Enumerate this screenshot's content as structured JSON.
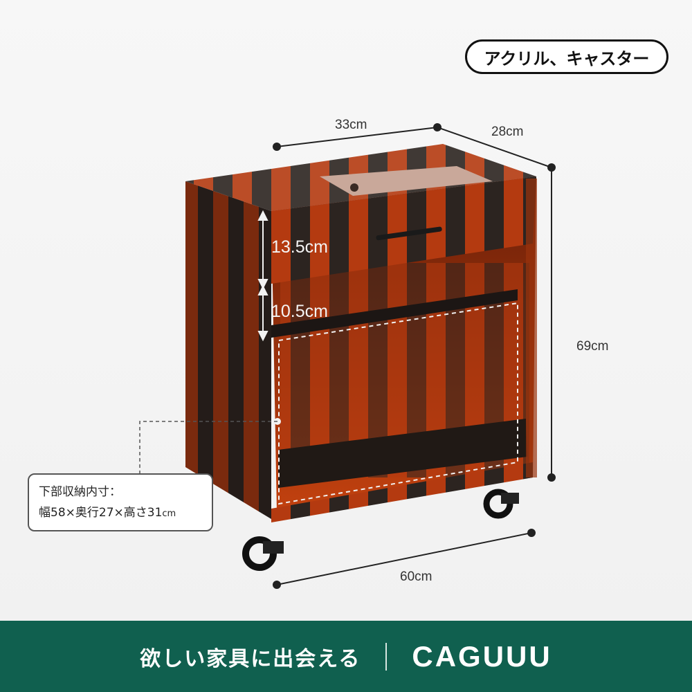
{
  "badge": {
    "label": "アクリル、キャスター"
  },
  "dimensions": {
    "top_width": "33cm",
    "top_depth": "28cm",
    "height": "69cm",
    "bottom_width": "60cm",
    "drawer_height": "13.5cm",
    "shelf_gap": "10.5cm"
  },
  "callout": {
    "line1": "下部収納内寸：",
    "line2_main": "幅58×奥行27×高さ31",
    "line2_unit": "cm"
  },
  "footer": {
    "tagline": "欲しい家具に出会える",
    "brand": "CAGUUU"
  },
  "colors": {
    "acrylic_orange": "#b83a0e",
    "acrylic_dark": "#2c2420",
    "footer_green": "#10604f"
  }
}
